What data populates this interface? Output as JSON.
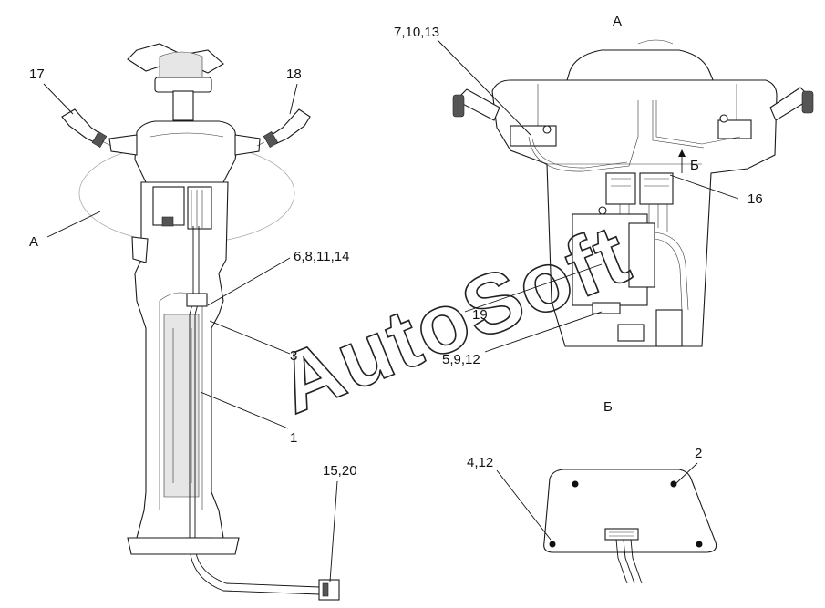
{
  "view_labels": {
    "view_a_title": "А",
    "view_a_marker": "А",
    "view_b_title": "Б",
    "view_b_arrow": "Б"
  },
  "callouts": {
    "c17": "17",
    "c18": "18",
    "c6_8_11_14": "6,8,11,14",
    "c3": "3",
    "c1": "1",
    "c15_20": "15,20",
    "c7_10_13": "7,10,13",
    "c16": "16",
    "c19": "19",
    "c5_9_12": "5,9,12",
    "c4_12": "4,12",
    "c2": "2"
  },
  "watermark": "AutoSoft"
}
